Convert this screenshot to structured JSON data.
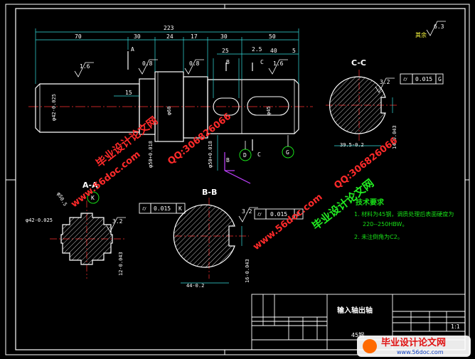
{
  "overall_dims": {
    "total": "223",
    "d70": "70",
    "d30a": "30",
    "d24": "24",
    "d17": "17",
    "d30b": "30",
    "d50": "50",
    "d25": "25",
    "d2_5": "2.5",
    "d40": "40",
    "d5": "5",
    "d15": "15"
  },
  "roughness": {
    "r1": "1.6",
    "r2": "0.8",
    "r3": "0.8",
    "r4": "1.6",
    "r5": "3.2",
    "r6": "3.2",
    "r7": "3.2",
    "rest_value": "6.3",
    "rest_label": "其余"
  },
  "diameters": {
    "d42": "φ42-0.025",
    "d60": "φ60",
    "d50_left": "φ50+0.018",
    "d50_right": "φ50+0.018",
    "d45": "φ45"
  },
  "section_labels": {
    "aa": "A-A",
    "bb": "B-B",
    "cc": "C-C",
    "a": "A",
    "b": "B",
    "c": "C"
  },
  "datum_labels": {
    "d": "D",
    "g": "G",
    "k": "K",
    "b2": "B",
    "c2": "C"
  },
  "tolerances": {
    "cc_value": "0.015",
    "cc_datum": "G",
    "aa_value": "0.015",
    "aa_datum": "K",
    "bb_value": "0.015",
    "bb_datum": "D"
  },
  "section_dims": {
    "cc_width": "39.5-0.2",
    "cc_key": "14-0.043",
    "bb_width": "44-0.2",
    "bb_key": "16-0.043",
    "aa_dia": "φ42-0.025",
    "aa_key": "12-0.043"
  },
  "tech_requirements": {
    "heading": "技术要求",
    "line1": "1. 材料为45钢，调质处理后表面硬度为",
    "line2": "220--250HBW。",
    "line3": "2. 未注倒角为C2。"
  },
  "title_block": {
    "part_name": "输入轴出轴",
    "material": "45钢",
    "scale": "1:1"
  },
  "watermarks": {
    "site": "毕业设计论文网",
    "url": "www.56doc.com",
    "qq": "QQ:306826066",
    "banner": "毕业设计论文网",
    "banner_url": "www.56doc.com"
  },
  "colors": {
    "outline": "#ffffff",
    "dimension": "#35e0e0",
    "centerline": "#ff3030",
    "hatch": "#ffffff",
    "tech": "#18e018",
    "leader": "#ffff40",
    "arrow": "#c040ff"
  }
}
